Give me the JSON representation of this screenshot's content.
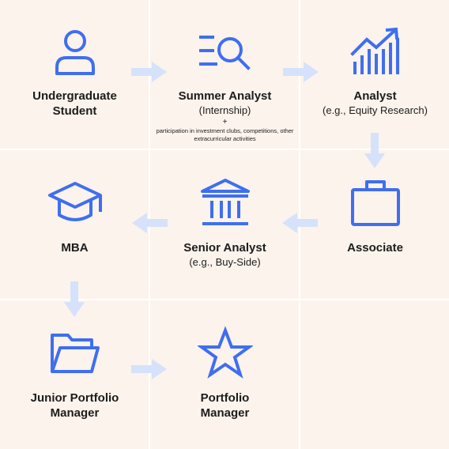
{
  "colors": {
    "background": "#fbf3ec",
    "grid_lines": "#ffffff",
    "icon": "#3f6ef0",
    "arrow": "#d6e2fb",
    "text": "#1c1c1c"
  },
  "nodes": [
    {
      "id": "undergraduate",
      "icon": "person-icon",
      "title": "Undergraduate\nStudent"
    },
    {
      "id": "summer-analyst",
      "icon": "search-list-icon",
      "title": "Summer Analyst",
      "subtitle": "(Internship)",
      "plus": "+",
      "note": "participation in investment clubs, competitions, other extracurricular activities"
    },
    {
      "id": "analyst",
      "icon": "bar-chart-icon",
      "title": "Analyst",
      "subtitle": "(e.g., Equity Research)"
    },
    {
      "id": "mba",
      "icon": "graduation-cap-icon",
      "title": "MBA"
    },
    {
      "id": "senior-analyst",
      "icon": "bank-icon",
      "title": "Senior Analyst",
      "subtitle": "(e.g., Buy-Side)"
    },
    {
      "id": "associate",
      "icon": "briefcase-icon",
      "title": "Associate"
    },
    {
      "id": "junior-pm",
      "icon": "folder-icon",
      "title": "Junior Portfolio\nManager"
    },
    {
      "id": "pm",
      "icon": "star-icon",
      "title": "Portfolio\nManager"
    }
  ],
  "arrows": [
    {
      "from": "undergraduate",
      "to": "summer-analyst",
      "direction": "right"
    },
    {
      "from": "summer-analyst",
      "to": "analyst",
      "direction": "right"
    },
    {
      "from": "analyst",
      "to": "associate",
      "direction": "down"
    },
    {
      "from": "associate",
      "to": "senior-analyst",
      "direction": "left"
    },
    {
      "from": "senior-analyst",
      "to": "mba",
      "direction": "left"
    },
    {
      "from": "mba",
      "to": "junior-pm",
      "direction": "down"
    },
    {
      "from": "junior-pm",
      "to": "pm",
      "direction": "right"
    }
  ]
}
